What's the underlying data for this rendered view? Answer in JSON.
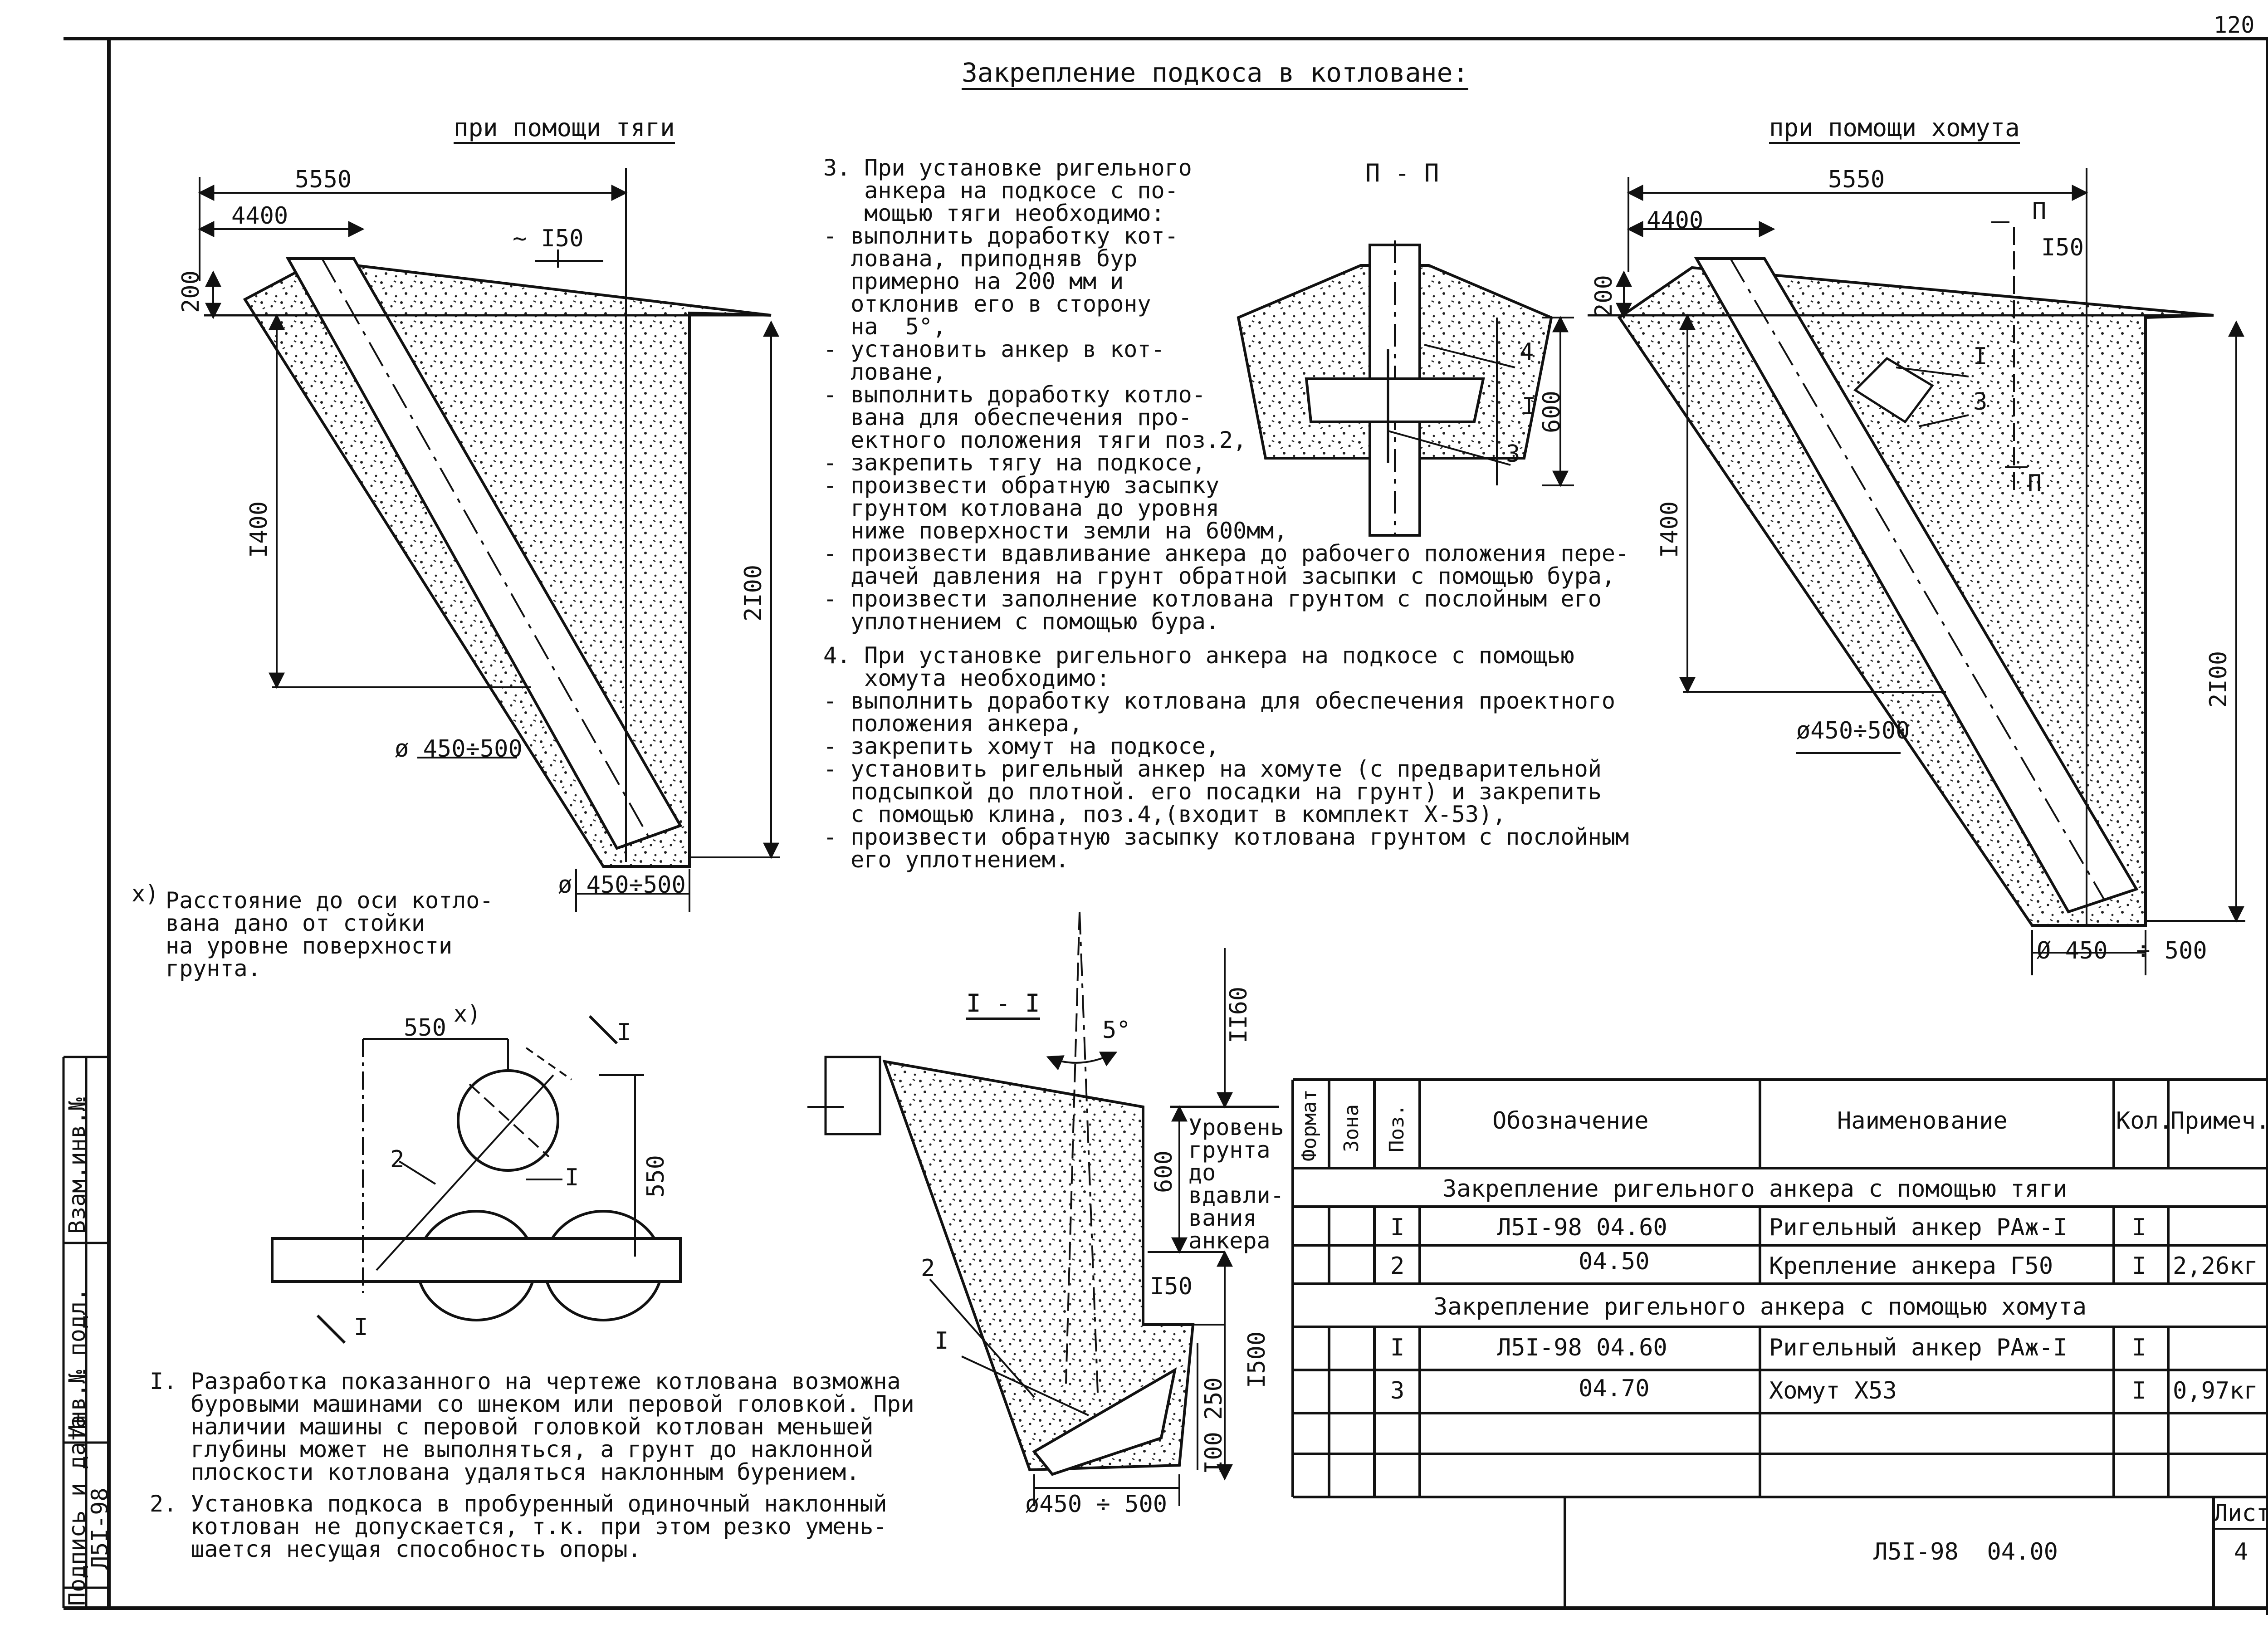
{
  "page_number": "120",
  "main": {
    "title": "Закрепление подкоса в котловане:"
  },
  "left_view": {
    "title": "при помощи тяги",
    "dim_5550": "5550",
    "dim_4400": "4400",
    "dim_150": "~ I50",
    "dim_200": "200",
    "dim_1400": "I400",
    "dim_2100": "2I00",
    "dim_dia_upper": "ø 450÷500",
    "dim_dia_lower": "ø 450÷500"
  },
  "right_view": {
    "title": "при помощи хомута",
    "dim_5550": "5550",
    "dim_4400": "4400",
    "dim_150": "I50",
    "dim_200": "200",
    "dim_1400": "I400",
    "dim_2100": "2I00",
    "dim_dia_upper": "ø450÷500",
    "dim_dia_lower": "Ø 450  ÷ 500",
    "section_mark": "П",
    "label_1": "I",
    "label_3": "3"
  },
  "section_pp": {
    "title": "П - П",
    "label_4": "4",
    "label_1": "I",
    "dim_600": "600",
    "label_3": "3"
  },
  "footnote": {
    "marker": "x)",
    "lines": [
      "Расстояние до оси котло-",
      "вана дано от стойки",
      "на уровне поверхности",
      "грунта."
    ]
  },
  "plan_view": {
    "dim_550x": "550",
    "dim_x": "x)",
    "dim_550": "550",
    "label_2": "2",
    "label_1": "I",
    "cut_1": "I",
    "cut_2": "I"
  },
  "section_ii": {
    "title": "I - I",
    "angle": "5°",
    "dim_1160": "II60",
    "dim_600": "600",
    "level_text": [
      "Уровень",
      "грунта",
      "до",
      "вдавли-",
      "вания",
      "анкера"
    ],
    "dim_150": "I50",
    "dim_1500": "I500",
    "dim_250": "250",
    "dim_100": "I00",
    "label_2": "2",
    "label_1": "I",
    "dim_bottom": "ø450 ÷ 500"
  },
  "instructions": {
    "item3_lines": [
      "3. При установке ригельного",
      "   анкера на подкосе с по-",
      "   мощью тяги необходимо:"
    ],
    "item3_bullets": [
      [
        "- выполнить доработку кот-",
        "  лована, приподняв бур",
        "  примерно на 200 мм и",
        "  отклонив его в сторону",
        "  на  5°,"
      ],
      [
        "- установить анкер в кот-",
        "  ловане,"
      ],
      [
        "- выполнить доработку котло-",
        "  вана для обеспечения про-",
        "  ектного положения тяги поз.2,"
      ],
      [
        "- закрепить тягу на подкосе,"
      ],
      [
        "- произвести обратную засыпку",
        "  грунтом котлована до уровня",
        "  ниже поверхности земли на 600мм,"
      ],
      [
        "- произвести вдавливание анкера до рабочего положения пере-",
        "  дачей давления на грунт обратной засыпки с помощью бура,"
      ],
      [
        "- произвести заполнение котлована грунтом с послойным его",
        "  уплотнением с помощью бура."
      ]
    ],
    "item4_lines": [
      "4. При установке ригельного анкера на подкосе с помощью",
      "   хомута необходимо:"
    ],
    "item4_bullets": [
      [
        "- выполнить доработку котлована для обеспечения проектного",
        "  положения анкера,"
      ],
      [
        "- закрепить хомут на подкосе,"
      ],
      [
        "- установить ригельный анкер на хомуте (с предварительной",
        "  подсыпкой до плотной. его посадки на грунт) и закрепить",
        "  с помощью клина, поз.4,(входит в комплект Х-53),"
      ],
      [
        "- произвести обратную засыпку котлована грунтом с послойным",
        "  его уплотнением."
      ]
    ]
  },
  "notes": [
    [
      "I. Разработка показанного на чертеже котлована возможна",
      "   буровыми машинами со шнеком или перовой головкой. При",
      "   наличии машины с перовой головкой котлован меньшей",
      "   глубины может не выполняться, а грунт до наклонной",
      "   плоскости котлована удаляться наклонным бурением."
    ],
    [
      "2. Установка подкоса в пробуренный одиночный наклонный",
      "   котлован не допускается, т.к. при этом резко умень-",
      "   шается несущая способность опоры."
    ]
  ],
  "side_stamp": {
    "inv_podl": "Инв.№ подл.",
    "podpis": "Подпись и дата",
    "vzam": "Взам.инв.№",
    "code": "Л5I-98"
  },
  "spec_table": {
    "headers": {
      "format": "Формат",
      "zona": "Зона",
      "poz": "Поз.",
      "oboznachenie": "Обозначение",
      "naimenovanie": "Наименование",
      "kol": "Кол.",
      "primech": "Примеч."
    },
    "section1": "Закрепление ригельного анкера с помощью тяги",
    "rows1": [
      {
        "poz": "I",
        "oboz": "Л5I-98 04.60",
        "name": "Ригельный анкер РАж-I",
        "kol": "I",
        "prim": ""
      },
      {
        "poz": "2",
        "oboz": "04.50",
        "name": "Крепление анкера Г50",
        "kol": "I",
        "prim": "2,26кг"
      }
    ],
    "section2": "Закрепление ригельного анкера с помощью хомута",
    "rows2": [
      {
        "poz": "I",
        "oboz": "Л5I-98 04.60",
        "name": "Ригельный анкер РАж-I",
        "kol": "I",
        "prim": ""
      },
      {
        "poz": "3",
        "oboz": "04.70",
        "name": "Хомут Х53",
        "kol": "I",
        "prim": "0,97кг"
      }
    ]
  },
  "title_block": {
    "doc_code": "Л5I-98  04.00",
    "sheet_label": "Лист",
    "sheet_no": "4"
  }
}
